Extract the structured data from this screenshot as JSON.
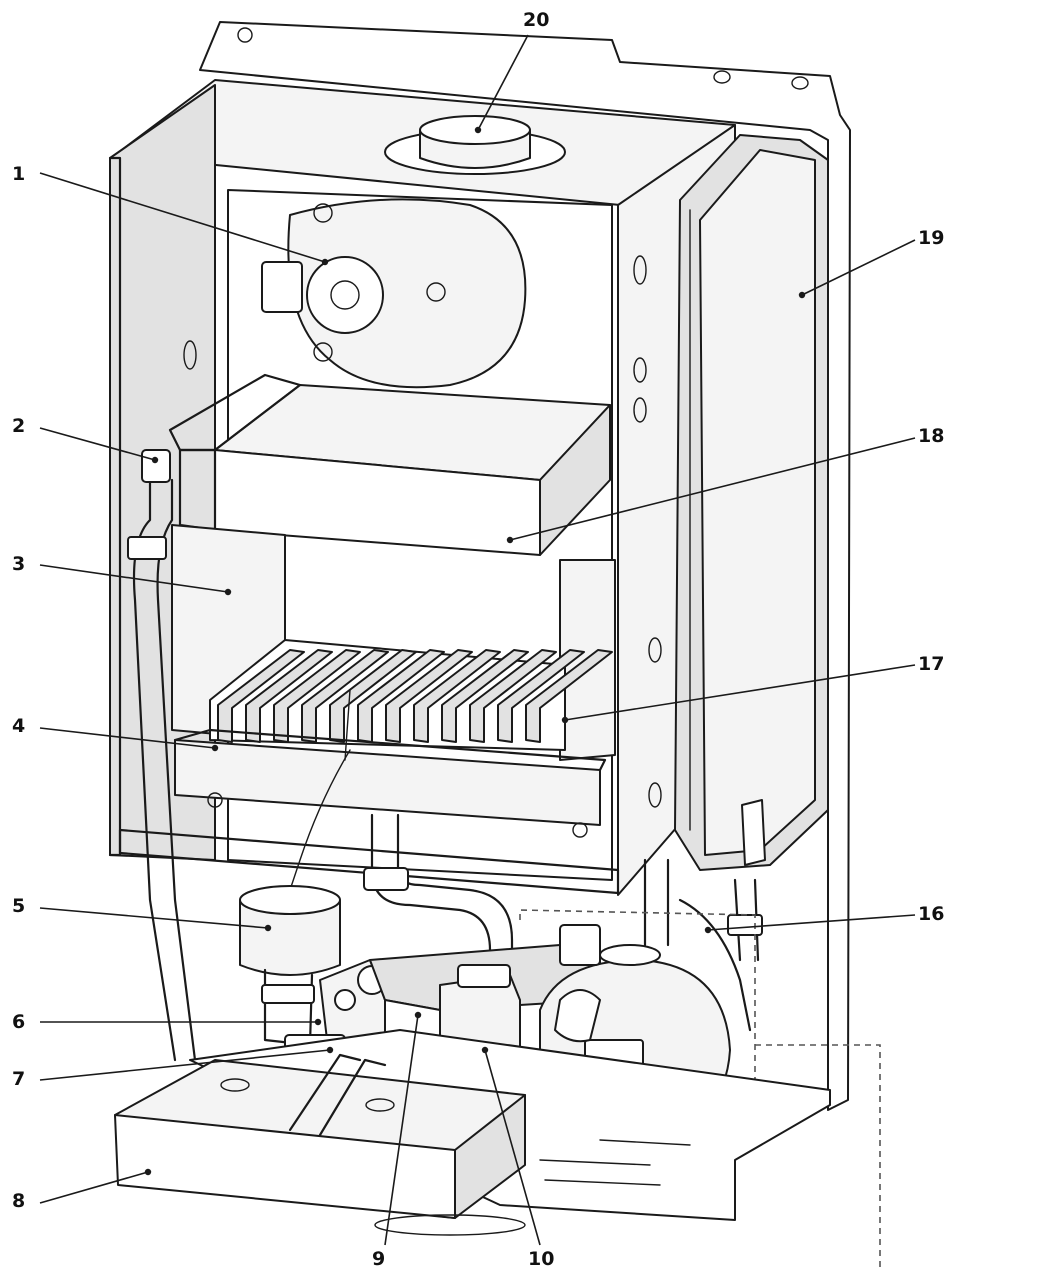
{
  "labels": [
    {
      "id": "1",
      "text": "1",
      "part": "fan"
    },
    {
      "id": "2",
      "text": "2",
      "part": "air-vent"
    },
    {
      "id": "3",
      "text": "3",
      "part": "combustion-chamber"
    },
    {
      "id": "4",
      "text": "4",
      "part": "burner-manifold"
    },
    {
      "id": "5",
      "text": "5",
      "part": "gas-valve-cap"
    },
    {
      "id": "6",
      "text": "6",
      "part": "diverter-valve"
    },
    {
      "id": "7",
      "text": "7",
      "part": "pressure-relief"
    },
    {
      "id": "8",
      "text": "8",
      "part": "control-box"
    },
    {
      "id": "9",
      "text": "9",
      "part": "plate-heat-exchanger"
    },
    {
      "id": "10",
      "text": "10",
      "part": "gas-valve"
    },
    {
      "id": "16",
      "text": "16",
      "part": "pipe-connector"
    },
    {
      "id": "17",
      "text": "17",
      "part": "burner"
    },
    {
      "id": "18",
      "text": "18",
      "part": "heat-exchanger"
    },
    {
      "id": "19",
      "text": "19",
      "part": "expansion-vessel"
    },
    {
      "id": "20",
      "text": "20",
      "part": "flue-outlet"
    }
  ],
  "colors": {
    "line": "#1a1a1a",
    "panel": "#f4f4f4",
    "panel_dark": "#e2e2e2"
  }
}
